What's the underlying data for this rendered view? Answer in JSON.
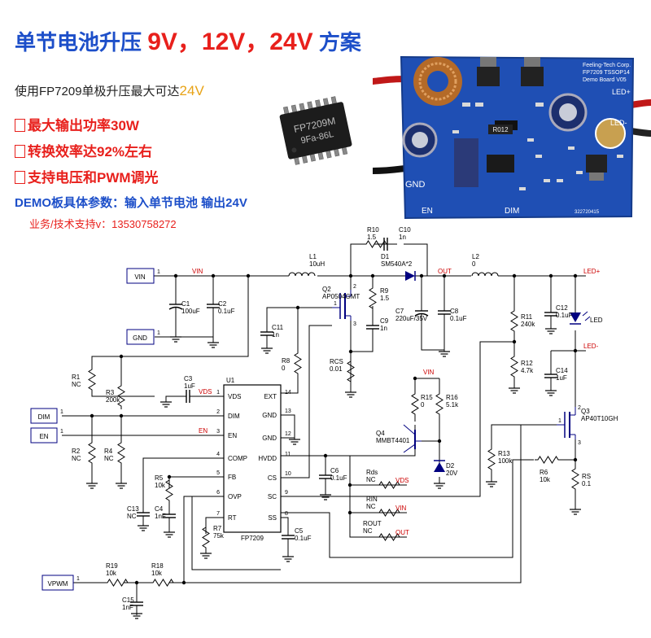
{
  "header": {
    "title_prefix": "单节电池升压 ",
    "title_voltages": "9V，12V，24V",
    "title_suffix": " 方案"
  },
  "intro": {
    "text": "使用FP7209单极升压最大可达",
    "highlight": "24V"
  },
  "features": [
    "最大输出功率30W",
    "转换效率达92%左右",
    "支持电压和PWM调光"
  ],
  "demo_params": "DEMO板具体参数：输入单节电池   输出24V",
  "contact": "业务/技术支持v：13530758272",
  "chip_marking": {
    "line1": "FP7209M",
    "line2": "9Fa-86L"
  },
  "board": {
    "corp": "Feeling-Tech Corp.",
    "model": "FP7209 TSSOP14",
    "board": "Demo Board V05",
    "gnd": "GND",
    "en": "EN",
    "dim": "DIM",
    "led_plus": "LED+",
    "led_minus": "LED-",
    "r012": "R012",
    "code": "322720415"
  },
  "schematic": {
    "ports": {
      "vin": "VIN",
      "gnd": "GND",
      "dim": "DIM",
      "en": "EN",
      "vpwm": "VPWM"
    },
    "nets": {
      "vin": "VIN",
      "out": "OUT",
      "led_plus": "LED+",
      "led_minus": "LED-",
      "vds": "VDS",
      "en": "EN"
    },
    "pin_one": "1",
    "components": {
      "r10": [
        "R10",
        "1.5"
      ],
      "c10": [
        "C10",
        "1n"
      ],
      "l1": [
        "L1",
        "10uH"
      ],
      "d1": [
        "D1",
        "SM540A*2"
      ],
      "l2": [
        "L2",
        "0"
      ],
      "q2": [
        "Q2",
        "AP0504GMT"
      ],
      "r9": [
        "R9",
        "1.5"
      ],
      "c9": [
        "C9",
        "1n"
      ],
      "c7": [
        "C7",
        "220uF/35V"
      ],
      "c8": [
        "C8",
        "0.1uF"
      ],
      "c1": [
        "C1",
        "100uF"
      ],
      "c2": [
        "C2",
        "0.1uF"
      ],
      "c11": [
        "C11",
        "1n"
      ],
      "r8": [
        "R8",
        "0"
      ],
      "rcs": [
        "RCS",
        "0.01"
      ],
      "r11": [
        "R11",
        "240k"
      ],
      "r12": [
        "R12",
        "4.7k"
      ],
      "c12": [
        "C12",
        "0.1uF"
      ],
      "led": "LED",
      "c14": [
        "C14",
        "1uF"
      ],
      "r1": [
        "R1",
        "NC"
      ],
      "r3": [
        "R3",
        "200k"
      ],
      "r2": [
        "R2",
        "NC"
      ],
      "r4": [
        "R4",
        "NC"
      ],
      "c3": [
        "C3",
        "1uF"
      ],
      "u1": "U1",
      "fp": "FP7209",
      "r15": [
        "R15",
        "0"
      ],
      "r16": [
        "R16",
        "5.1k"
      ],
      "q4": [
        "Q4",
        "MMBT4401"
      ],
      "d2": [
        "D2",
        "20V"
      ],
      "q3": [
        "Q3",
        "AP40T10GH"
      ],
      "r13": [
        "R13",
        "100k"
      ],
      "r6": [
        "R6",
        "10k"
      ],
      "rs": [
        "RS",
        "0.1"
      ],
      "r5": [
        "R5",
        "10k"
      ],
      "c4": [
        "C4",
        "1nF"
      ],
      "c13": [
        "C13",
        "NC"
      ],
      "r7": [
        "R7",
        "75k"
      ],
      "c5": [
        "C5",
        "0.1uF"
      ],
      "c6": [
        "C6",
        "0.1uF"
      ],
      "rds": [
        "Rds",
        "NC"
      ],
      "rin": [
        "RIN",
        "NC"
      ],
      "rout": [
        "ROUT",
        "NC"
      ],
      "r19": [
        "R19",
        "10k"
      ],
      "r18": [
        "R18",
        "10k"
      ],
      "c15": [
        "C15",
        "1nF"
      ]
    },
    "ic_pins": {
      "left": [
        [
          "1",
          "VDS"
        ],
        [
          "2",
          "DIM"
        ],
        [
          "3",
          "EN"
        ],
        [
          "4",
          "COMP"
        ],
        [
          "5",
          "FB"
        ],
        [
          "6",
          "OVP"
        ],
        [
          "7",
          "RT"
        ]
      ],
      "right": [
        [
          "14",
          "EXT"
        ],
        [
          "13",
          "GND"
        ],
        [
          "12",
          "GND"
        ],
        [
          "11",
          "HVDD"
        ],
        [
          "10",
          "CS"
        ],
        [
          "9",
          "SC"
        ],
        [
          "8",
          "SS"
        ]
      ]
    },
    "q_pins": {
      "q2": [
        "2",
        "1",
        "3"
      ],
      "q3": [
        "2",
        "1",
        "3"
      ]
    },
    "colors": {
      "wire": "#000000",
      "net": "#cc0000",
      "part": "#000080",
      "ground": "#000000"
    }
  }
}
